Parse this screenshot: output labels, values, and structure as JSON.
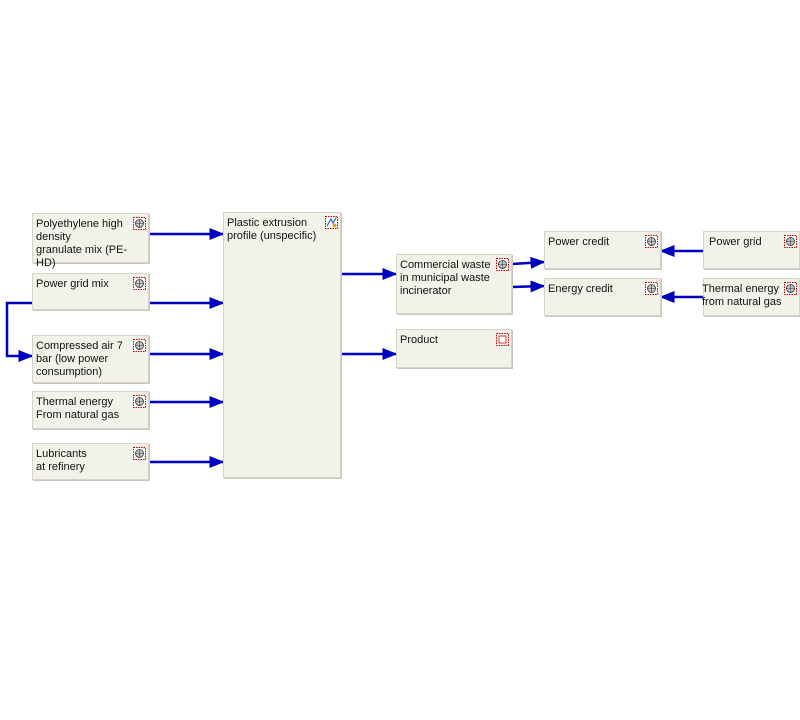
{
  "nodes": [
    {
      "id": "pe_hd",
      "label": "Polyethylene high\n density\ngranulate mix  (PE-HD)",
      "icon": "globe-plan-icon"
    },
    {
      "id": "power_grid_mix",
      "label": "Power grid mix",
      "icon": "globe-plan-icon"
    },
    {
      "id": "compressed_air",
      "label": "Compressed air 7\nbar (low power\nconsumption)",
      "icon": "globe-plan-icon"
    },
    {
      "id": "thermal_energy_in",
      "label": "Thermal energy\nFrom natural gas",
      "icon": "globe-plan-icon"
    },
    {
      "id": "lubricants",
      "label": "Lubricants\nat refinery",
      "icon": "globe-plan-icon"
    },
    {
      "id": "plastic_extrusion",
      "label": "Plastic extrusion\nprofile (unspecific)",
      "icon": "user-process-icon"
    },
    {
      "id": "incinerator",
      "label": "Commercial  waste\nin municipal  waste\nincinerator",
      "icon": "globe-plan-icon"
    },
    {
      "id": "product",
      "label": "Product",
      "icon": "plan-icon"
    },
    {
      "id": "power_credit",
      "label": "Power credit",
      "icon": "globe-plan-icon"
    },
    {
      "id": "energy_credit",
      "label": "Energy credit",
      "icon": "globe-plan-icon"
    },
    {
      "id": "power_grid",
      "label": "Power grid",
      "icon": "globe-plan-icon"
    },
    {
      "id": "thermal_energy_out",
      "label": "Thermal energy\n from natural gas",
      "icon": "globe-plan-icon"
    }
  ],
  "edges": [
    {
      "from": "pe_hd",
      "to": "plastic_extrusion"
    },
    {
      "from": "power_grid_mix",
      "to": "plastic_extrusion"
    },
    {
      "from": "power_grid_mix",
      "to": "compressed_air"
    },
    {
      "from": "compressed_air",
      "to": "plastic_extrusion"
    },
    {
      "from": "thermal_energy_in",
      "to": "plastic_extrusion"
    },
    {
      "from": "lubricants",
      "to": "plastic_extrusion"
    },
    {
      "from": "plastic_extrusion",
      "to": "incinerator"
    },
    {
      "from": "plastic_extrusion",
      "to": "product"
    },
    {
      "from": "incinerator",
      "to": "power_credit"
    },
    {
      "from": "incinerator",
      "to": "energy_credit"
    },
    {
      "from": "power_grid",
      "to": "power_credit"
    },
    {
      "from": "thermal_energy_out",
      "to": "energy_credit"
    }
  ],
  "colors": {
    "edge": "#0000c0",
    "box": "#f3f2ea",
    "border": "#d6d4c8"
  }
}
